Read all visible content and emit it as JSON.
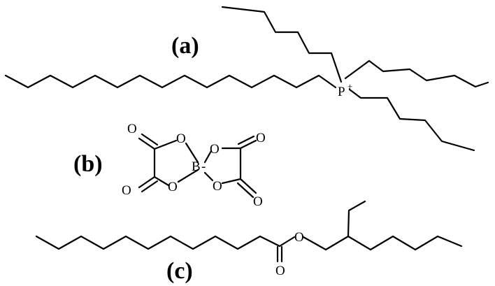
{
  "panels": {
    "a": {
      "label": "(a)",
      "cation_atom": "P",
      "cation_charge": "+"
    },
    "b": {
      "label": "(b)",
      "center_atom": "B",
      "center_charge": "-",
      "oxygen": "O"
    },
    "c": {
      "label": "(c)",
      "oxygen": "O"
    }
  }
}
